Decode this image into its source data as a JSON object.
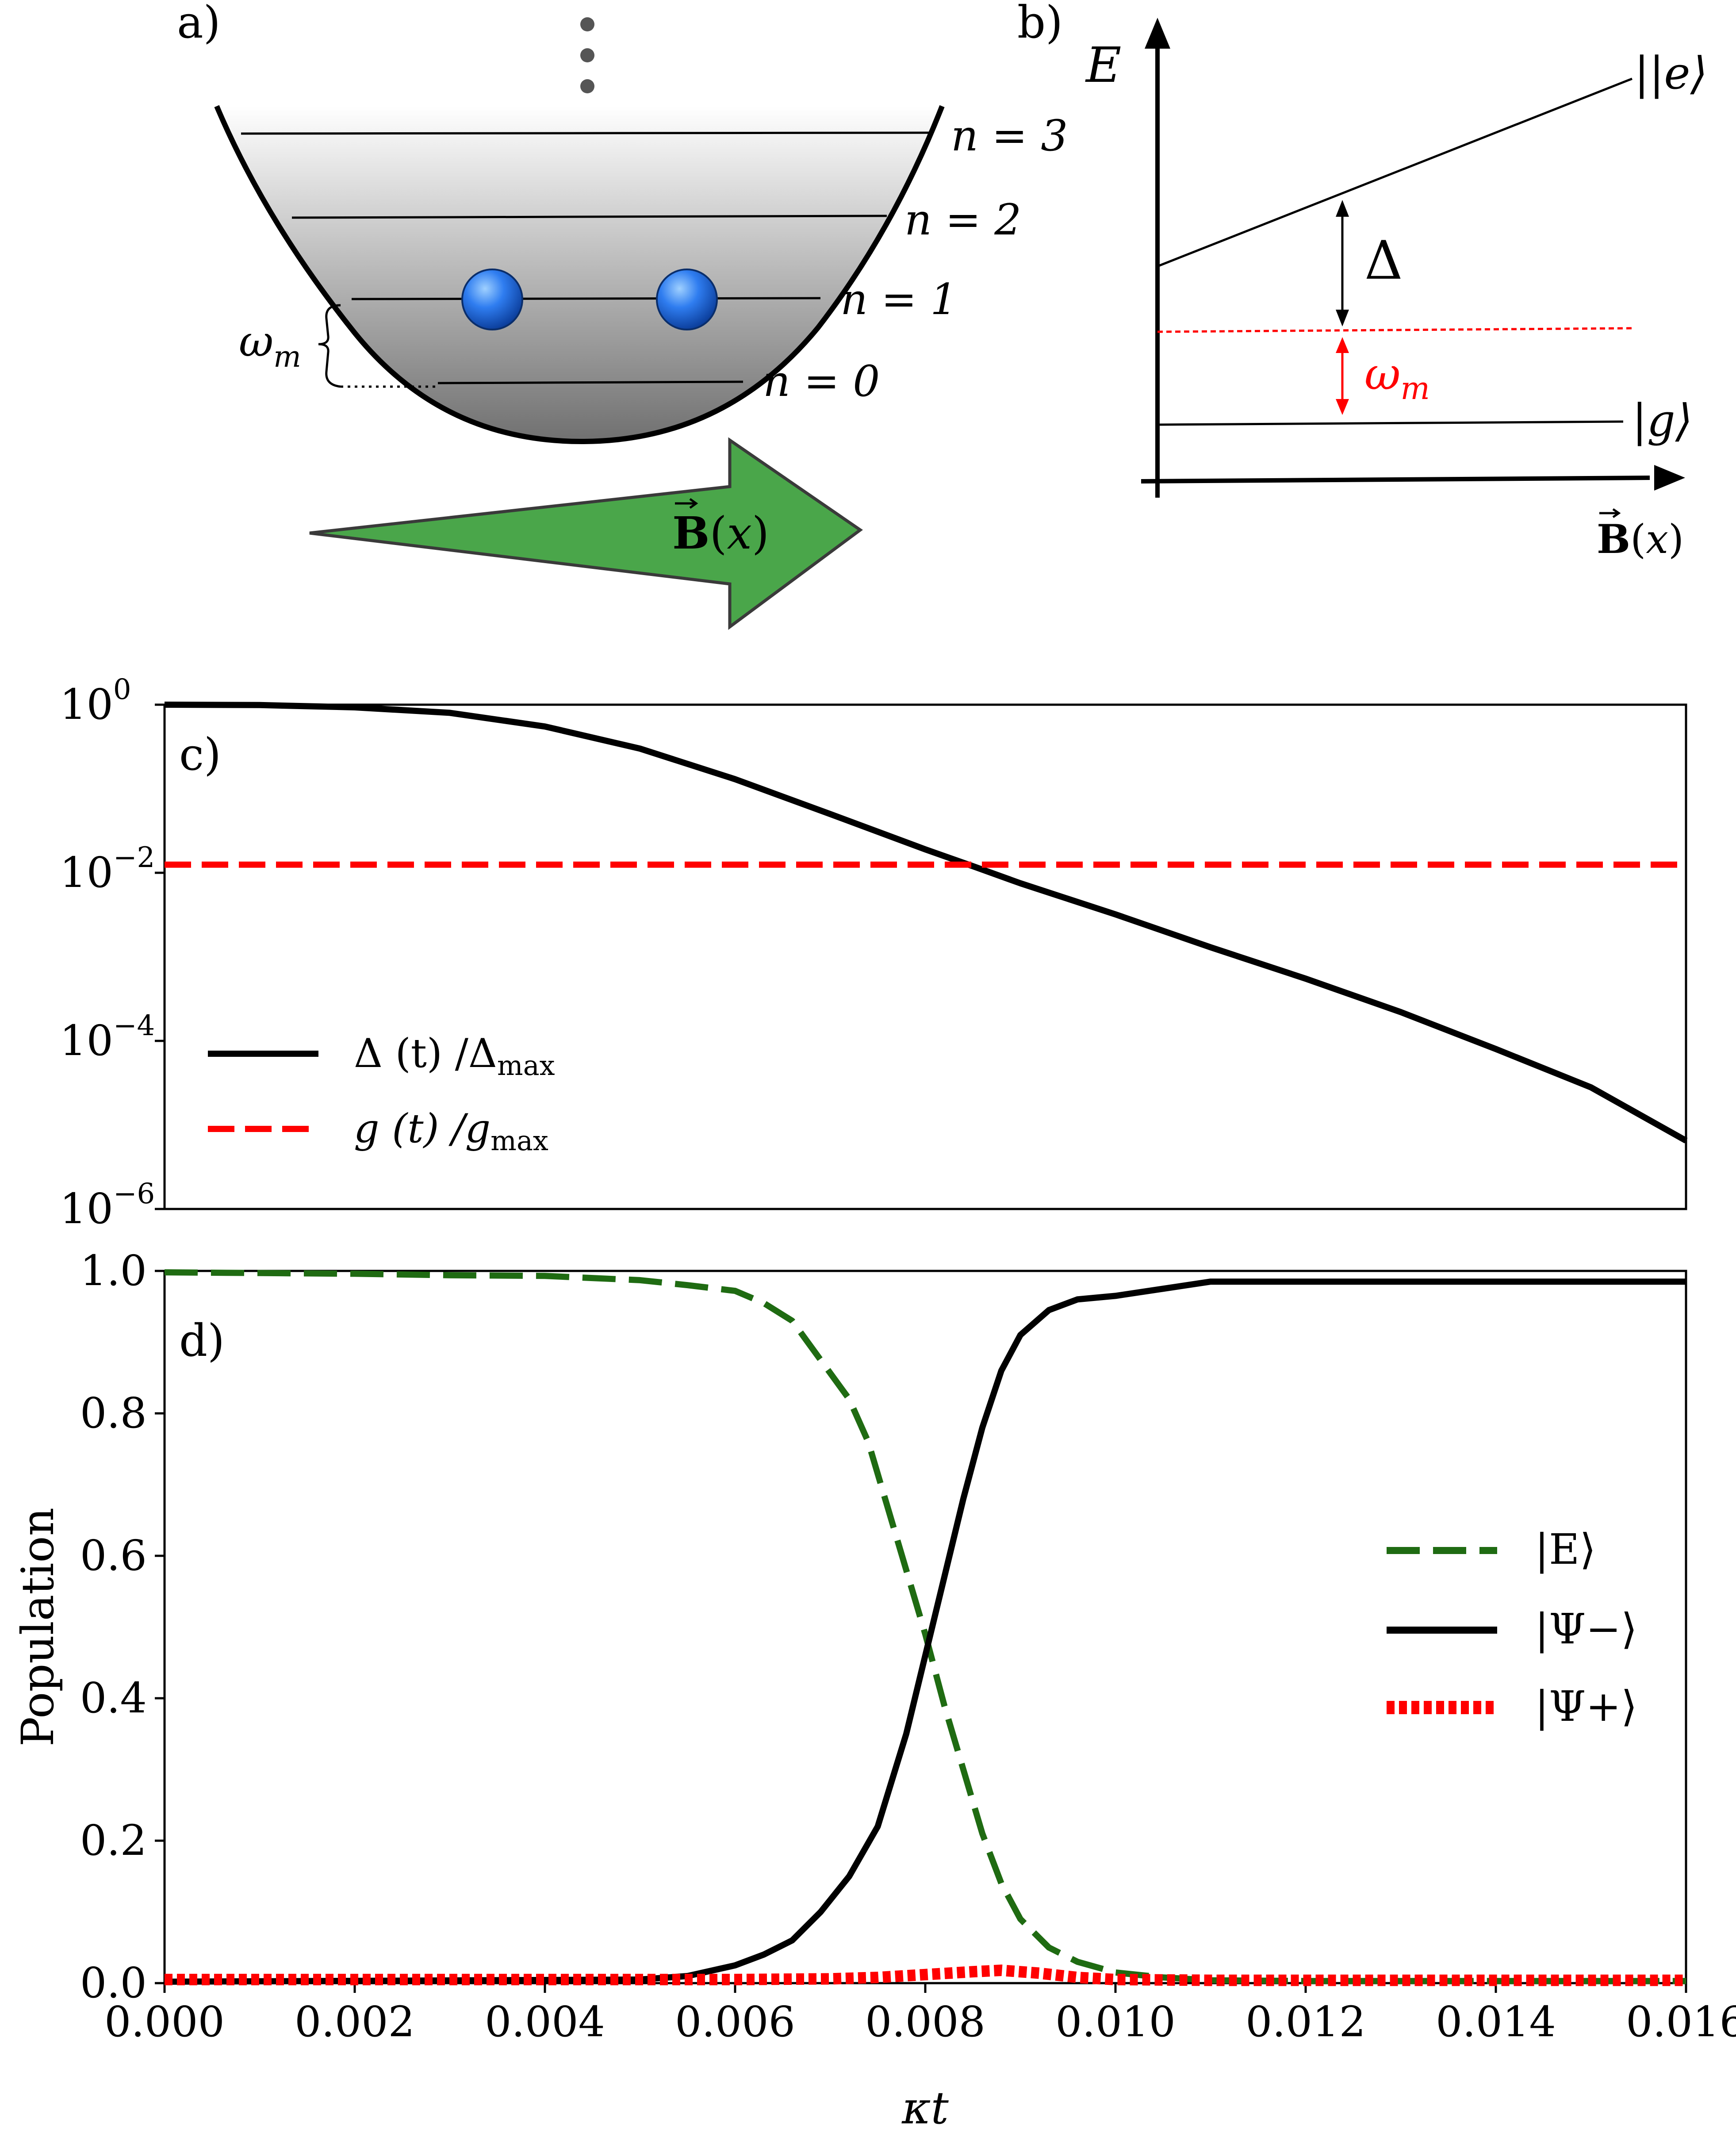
{
  "panel_a": {
    "label": "a)",
    "levels": [
      "n = 0",
      "n = 1",
      "n = 2",
      "n = 3"
    ],
    "omega_label": "ω",
    "omega_sub": "m",
    "field_label": "B(x)",
    "colors": {
      "well_top": "#ffffff",
      "well_bottom": "#6e6e6e",
      "atom": "#2f7df0",
      "arrow": "#4aa64a"
    }
  },
  "panel_b": {
    "label": "b)",
    "y_axis": "E",
    "x_axis": "B(x)",
    "excited": "|e⟩",
    "ground": "|g⟩",
    "delta": "Δ",
    "omega_label": "ω",
    "omega_sub": "m",
    "colors": {
      "omega": "#ff0000"
    }
  },
  "chart_data": [
    {
      "panel": "c)",
      "type": "line",
      "y_scale": "log",
      "xlim": [
        0,
        0.016
      ],
      "ylim": [
        1e-06,
        1
      ],
      "ytick_labels": [
        "10^0",
        "10^-2",
        "10^-4",
        "10^-6"
      ],
      "ticks": [
        {
          "base": "10",
          "exp": "0"
        },
        {
          "base": "10",
          "exp": "−2"
        },
        {
          "base": "10",
          "exp": "−4"
        },
        {
          "base": "10",
          "exp": "−6"
        }
      ],
      "legend": {
        "placement": "lower-left"
      },
      "series": [
        {
          "name": "Δ(t)/Δmax",
          "legend_main": "Δ (t) /Δ",
          "legend_sub": "max",
          "color": "#000000",
          "style": "solid",
          "x": [
            0,
            0.001,
            0.002,
            0.003,
            0.004,
            0.005,
            0.006,
            0.007,
            0.008,
            0.0085,
            0.009,
            0.01,
            0.011,
            0.012,
            0.013,
            0.014,
            0.015,
            0.016
          ],
          "y": [
            1.0,
            0.99,
            0.93,
            0.8,
            0.55,
            0.3,
            0.13,
            0.05,
            0.019,
            0.012,
            0.0075,
            0.0032,
            0.0013,
            0.00055,
            0.00022,
            8e-05,
            2.8e-05,
            6.5e-06
          ]
        },
        {
          "name": "g(t)/gmax",
          "legend_main": "g (t) /g",
          "legend_sub": "max",
          "color": "#ff0000",
          "style": "dashed",
          "x": [
            0,
            0.016
          ],
          "y": [
            0.0125,
            0.0125
          ]
        }
      ]
    },
    {
      "panel": "d)",
      "type": "line",
      "xlim": [
        0,
        0.016
      ],
      "ylim": [
        0,
        1.0
      ],
      "xlabel": "κt",
      "ylabel": "Population",
      "xticks": [
        "0.000",
        "0.002",
        "0.004",
        "0.006",
        "0.008",
        "0.010",
        "0.012",
        "0.014",
        "0.016"
      ],
      "yticks": [
        "0.0",
        "0.2",
        "0.4",
        "0.6",
        "0.8",
        "1.0"
      ],
      "legend": {
        "placement": "center-right"
      },
      "series": [
        {
          "name": "|E⟩",
          "color": "#1f6b12",
          "style": "dashed",
          "x": [
            0,
            0.001,
            0.002,
            0.003,
            0.004,
            0.0045,
            0.005,
            0.0055,
            0.006,
            0.0063,
            0.0066,
            0.0069,
            0.0072,
            0.0074,
            0.0076,
            0.0078,
            0.008,
            0.0082,
            0.0084,
            0.0086,
            0.0088,
            0.009,
            0.0093,
            0.0096,
            0.01,
            0.0105,
            0.011,
            0.012,
            0.014,
            0.016
          ],
          "y": [
            0.998,
            0.997,
            0.996,
            0.994,
            0.993,
            0.99,
            0.987,
            0.98,
            0.972,
            0.955,
            0.93,
            0.875,
            0.82,
            0.76,
            0.67,
            0.58,
            0.49,
            0.39,
            0.3,
            0.21,
            0.14,
            0.09,
            0.05,
            0.03,
            0.015,
            0.008,
            0.004,
            0.003,
            0.003,
            0.003
          ]
        },
        {
          "name": "|Ψ−⟩",
          "color": "#000000",
          "style": "solid",
          "x": [
            0,
            0.005,
            0.0055,
            0.006,
            0.0063,
            0.0066,
            0.0069,
            0.0072,
            0.0075,
            0.0078,
            0.008,
            0.0082,
            0.0084,
            0.0086,
            0.0088,
            0.009,
            0.0093,
            0.0096,
            0.01,
            0.0105,
            0.011,
            0.012,
            0.014,
            0.016
          ],
          "y": [
            0.002,
            0.005,
            0.01,
            0.025,
            0.04,
            0.06,
            0.1,
            0.15,
            0.22,
            0.35,
            0.46,
            0.57,
            0.68,
            0.78,
            0.86,
            0.91,
            0.945,
            0.96,
            0.965,
            0.975,
            0.985,
            0.985,
            0.985,
            0.985
          ]
        },
        {
          "name": "|Ψ+⟩",
          "color": "#ff0000",
          "style": "dotted",
          "x": [
            0,
            0.006,
            0.007,
            0.0075,
            0.008,
            0.0085,
            0.0088,
            0.0092,
            0.0096,
            0.01,
            0.011,
            0.016
          ],
          "y": [
            0.005,
            0.005,
            0.006,
            0.008,
            0.012,
            0.016,
            0.018,
            0.014,
            0.008,
            0.005,
            0.004,
            0.004
          ]
        }
      ]
    }
  ]
}
